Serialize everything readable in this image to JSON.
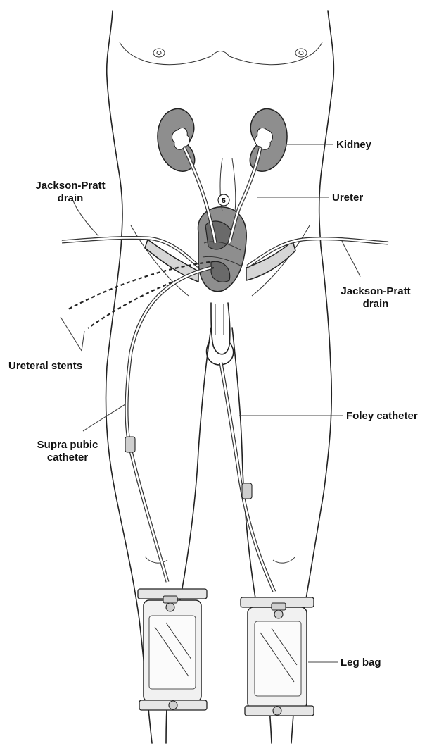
{
  "labels": {
    "kidney": "Kidney",
    "ureter": "Ureter",
    "jp_left_line1": "Jackson-Pratt",
    "jp_left_line2": "drain",
    "jp_right_line1": "Jackson-Pratt",
    "jp_right_line2": "drain",
    "ureteral_stents": "Ureteral stents",
    "foley_catheter": "Foley catheter",
    "supra_line1": "Supra pubic",
    "supra_line2": "catheter",
    "leg_bag": "Leg bag",
    "bladder_marker": "5"
  }
}
